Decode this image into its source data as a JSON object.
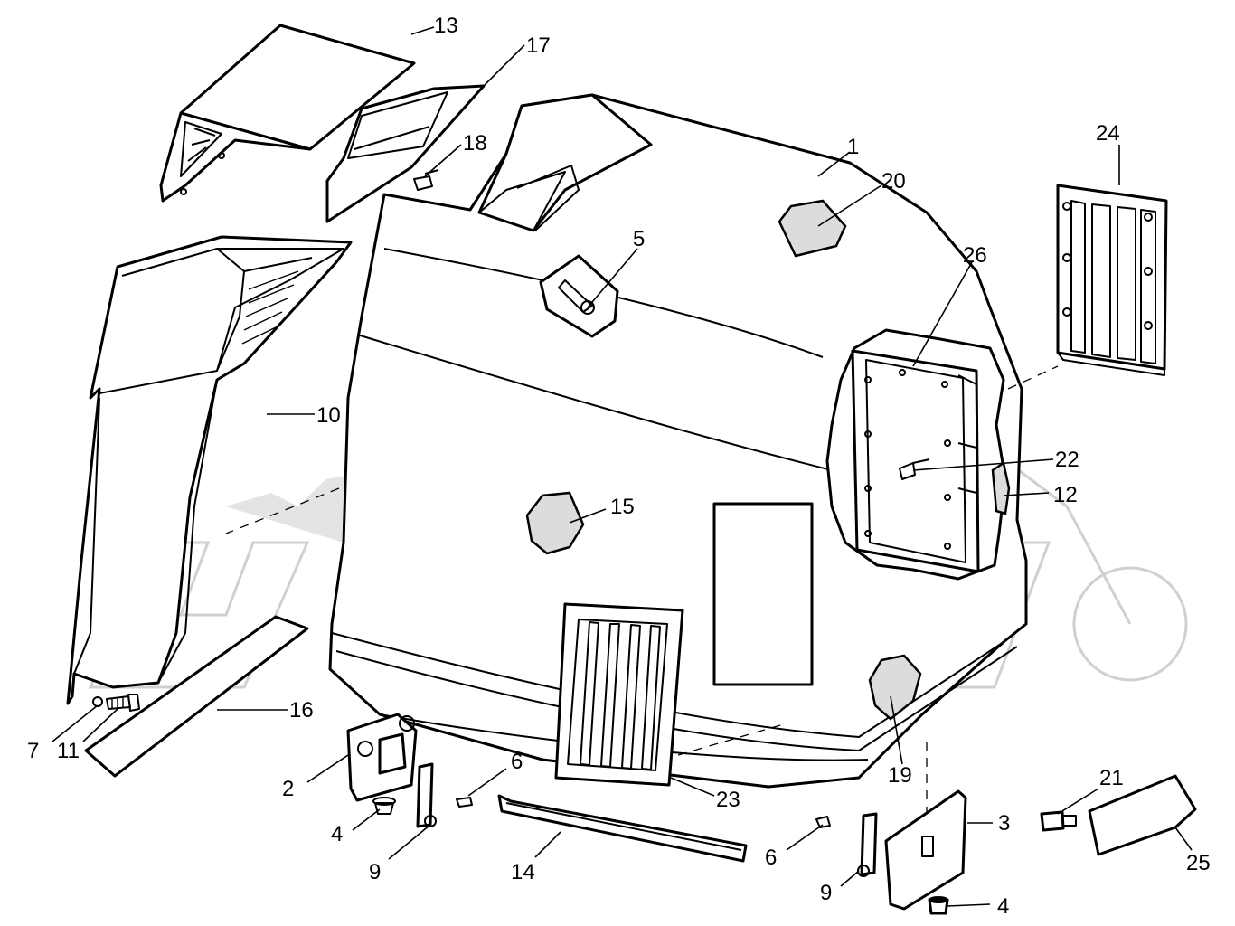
{
  "callouts": {
    "c1": "1",
    "c2": "2",
    "c3": "3",
    "c4a": "4",
    "c4b": "4",
    "c5": "5",
    "c6a": "6",
    "c6b": "6",
    "c7": "7",
    "c9a": "9",
    "c9b": "9",
    "c10": "10",
    "c11": "11",
    "c12": "12",
    "c13": "13",
    "c14": "14",
    "c15": "15",
    "c16": "16",
    "c17": "17",
    "c18": "18",
    "c19": "19",
    "c20": "20",
    "c21": "21",
    "c22": "22",
    "c23": "23",
    "c24": "24",
    "c25": "25",
    "c26": "26"
  },
  "colors": {
    "line": "#000000",
    "pad": "#dcdcdc",
    "watermark": "#d0d0d0"
  }
}
